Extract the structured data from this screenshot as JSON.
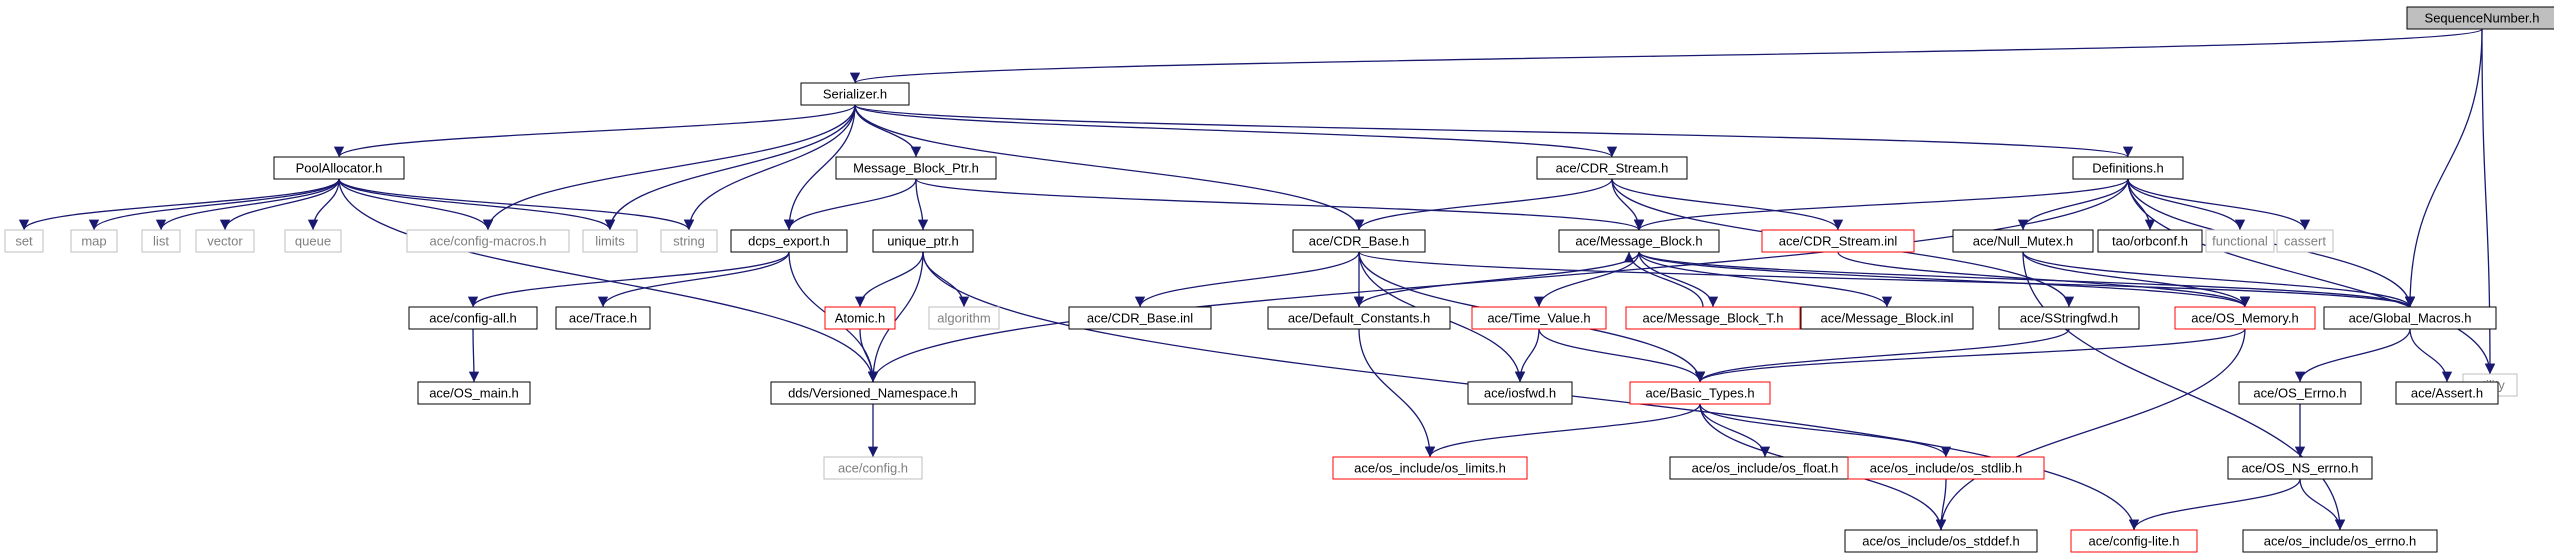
{
  "graph": {
    "colors": {
      "edge": "#191970",
      "node_border": "#000000",
      "missing_border": "#bfbfbf",
      "missing_text": "#7f7f7f",
      "broken_border": "#ff0000",
      "root_fill": "#bfbfbf",
      "node_fill": "#ffffff",
      "text": "#000000"
    },
    "nodes": [
      {
        "id": "SequenceNumber_h",
        "label": "SequenceNumber.h",
        "kind": "root"
      },
      {
        "id": "Serializer_h",
        "label": "Serializer.h",
        "kind": "normal"
      },
      {
        "id": "utility",
        "label": "utility",
        "kind": "missing"
      },
      {
        "id": "ace_Global_Macros_h",
        "label": "ace/Global_Macros.h",
        "kind": "normal"
      },
      {
        "id": "PoolAllocator_h",
        "label": "PoolAllocator.h",
        "kind": "normal"
      },
      {
        "id": "Message_Block_Ptr_h",
        "label": "Message_Block_Ptr.h",
        "kind": "normal"
      },
      {
        "id": "ace_CDR_Stream_h",
        "label": "ace/CDR_Stream.h",
        "kind": "normal"
      },
      {
        "id": "Definitions_h",
        "label": "Definitions.h",
        "kind": "normal"
      },
      {
        "id": "set",
        "label": "set",
        "kind": "missing"
      },
      {
        "id": "map",
        "label": "map",
        "kind": "missing"
      },
      {
        "id": "list",
        "label": "list",
        "kind": "missing"
      },
      {
        "id": "vector",
        "label": "vector",
        "kind": "missing"
      },
      {
        "id": "queue",
        "label": "queue",
        "kind": "missing"
      },
      {
        "id": "ace_config_macros_h",
        "label": "ace/config-macros.h",
        "kind": "missing"
      },
      {
        "id": "limits",
        "label": "limits",
        "kind": "missing"
      },
      {
        "id": "string",
        "label": "string",
        "kind": "missing"
      },
      {
        "id": "dcps_export_h",
        "label": "dcps_export.h",
        "kind": "normal"
      },
      {
        "id": "unique_ptr_h",
        "label": "unique_ptr.h",
        "kind": "normal"
      },
      {
        "id": "ace_CDR_Base_h",
        "label": "ace/CDR_Base.h",
        "kind": "normal"
      },
      {
        "id": "ace_Message_Block_h",
        "label": "ace/Message_Block.h",
        "kind": "normal"
      },
      {
        "id": "ace_CDR_Stream_inl",
        "label": "ace/CDR_Stream.inl",
        "kind": "broken"
      },
      {
        "id": "ace_Null_Mutex_h",
        "label": "ace/Null_Mutex.h",
        "kind": "normal"
      },
      {
        "id": "tao_orbconf_h",
        "label": "tao/orbconf.h",
        "kind": "normal"
      },
      {
        "id": "functional",
        "label": "functional",
        "kind": "missing"
      },
      {
        "id": "cassert",
        "label": "cassert",
        "kind": "missing"
      },
      {
        "id": "ace_config_all_h",
        "label": "ace/config-all.h",
        "kind": "normal"
      },
      {
        "id": "ace_Trace_h",
        "label": "ace/Trace.h",
        "kind": "normal"
      },
      {
        "id": "Atomic_h",
        "label": "Atomic.h",
        "kind": "broken"
      },
      {
        "id": "algorithm",
        "label": "algorithm",
        "kind": "missing"
      },
      {
        "id": "ace_CDR_Base_inl",
        "label": "ace/CDR_Base.inl",
        "kind": "normal"
      },
      {
        "id": "ace_Default_Constants_h",
        "label": "ace/Default_Constants.h",
        "kind": "normal"
      },
      {
        "id": "ace_Time_Value_h",
        "label": "ace/Time_Value.h",
        "kind": "broken"
      },
      {
        "id": "ace_Message_Block_T_h",
        "label": "ace/Message_Block_T.h",
        "kind": "broken"
      },
      {
        "id": "ace_Message_Block_inl",
        "label": "ace/Message_Block.inl",
        "kind": "normal"
      },
      {
        "id": "ace_SStringfwd_h",
        "label": "ace/SStringfwd.h",
        "kind": "normal"
      },
      {
        "id": "ace_OS_Memory_h",
        "label": "ace/OS_Memory.h",
        "kind": "broken"
      },
      {
        "id": "ace_OS_main_h",
        "label": "ace/OS_main.h",
        "kind": "normal"
      },
      {
        "id": "dds_Versioned_Namespace_h",
        "label": "dds/Versioned_Namespace.h",
        "kind": "normal"
      },
      {
        "id": "ace_iosfwd_h",
        "label": "ace/iosfwd.h",
        "kind": "normal"
      },
      {
        "id": "ace_Basic_Types_h",
        "label": "ace/Basic_Types.h",
        "kind": "broken"
      },
      {
        "id": "ace_OS_Errno_h",
        "label": "ace/OS_Errno.h",
        "kind": "normal"
      },
      {
        "id": "ace_Assert_h",
        "label": "ace/Assert.h",
        "kind": "normal"
      },
      {
        "id": "ace_config_h",
        "label": "ace/config.h",
        "kind": "missing"
      },
      {
        "id": "ace_os_include_os_limits_h",
        "label": "ace/os_include/os_limits.h",
        "kind": "broken"
      },
      {
        "id": "ace_os_include_os_float_h",
        "label": "ace/os_include/os_float.h",
        "kind": "normal"
      },
      {
        "id": "ace_os_include_os_stdlib_h",
        "label": "ace/os_include/os_stdlib.h",
        "kind": "broken"
      },
      {
        "id": "ace_OS_NS_errno_h",
        "label": "ace/OS_NS_errno.h",
        "kind": "normal"
      },
      {
        "id": "ace_os_include_os_stddef_h",
        "label": "ace/os_include/os_stddef.h",
        "kind": "normal"
      },
      {
        "id": "ace_config_lite_h",
        "label": "ace/config-lite.h",
        "kind": "broken"
      },
      {
        "id": "ace_os_include_os_errno_h",
        "label": "ace/os_include/os_errno.h",
        "kind": "normal"
      }
    ],
    "edges": [
      [
        "SequenceNumber_h",
        "Serializer_h"
      ],
      [
        "SequenceNumber_h",
        "utility"
      ],
      [
        "SequenceNumber_h",
        "ace_Global_Macros_h"
      ],
      [
        "Serializer_h",
        "PoolAllocator_h"
      ],
      [
        "Serializer_h",
        "ace_config_macros_h"
      ],
      [
        "Serializer_h",
        "limits"
      ],
      [
        "Serializer_h",
        "string"
      ],
      [
        "Serializer_h",
        "dcps_export_h"
      ],
      [
        "Serializer_h",
        "Message_Block_Ptr_h"
      ],
      [
        "Serializer_h",
        "ace_CDR_Base_h"
      ],
      [
        "Serializer_h",
        "ace_CDR_Stream_h"
      ],
      [
        "Serializer_h",
        "Definitions_h"
      ],
      [
        "PoolAllocator_h",
        "set"
      ],
      [
        "PoolAllocator_h",
        "map"
      ],
      [
        "PoolAllocator_h",
        "list"
      ],
      [
        "PoolAllocator_h",
        "vector"
      ],
      [
        "PoolAllocator_h",
        "queue"
      ],
      [
        "PoolAllocator_h",
        "ace_config_macros_h"
      ],
      [
        "PoolAllocator_h",
        "limits"
      ],
      [
        "PoolAllocator_h",
        "string"
      ],
      [
        "PoolAllocator_h",
        "dds_Versioned_Namespace_h"
      ],
      [
        "Message_Block_Ptr_h",
        "dcps_export_h"
      ],
      [
        "Message_Block_Ptr_h",
        "unique_ptr_h"
      ],
      [
        "Message_Block_Ptr_h",
        "ace_Message_Block_h"
      ],
      [
        "dcps_export_h",
        "ace_config_all_h"
      ],
      [
        "dcps_export_h",
        "ace_Trace_h"
      ],
      [
        "dcps_export_h",
        "dds_Versioned_Namespace_h"
      ],
      [
        "ace_config_all_h",
        "ace_OS_main_h"
      ],
      [
        "unique_ptr_h",
        "Atomic_h"
      ],
      [
        "unique_ptr_h",
        "algorithm"
      ],
      [
        "unique_ptr_h",
        "dds_Versioned_Namespace_h"
      ],
      [
        "unique_ptr_h",
        "ace_config_lite_h"
      ],
      [
        "Atomic_h",
        "dds_Versioned_Namespace_h"
      ],
      [
        "dds_Versioned_Namespace_h",
        "ace_config_h"
      ],
      [
        "ace_CDR_Stream_h",
        "ace_CDR_Base_h"
      ],
      [
        "ace_CDR_Stream_h",
        "ace_Message_Block_h"
      ],
      [
        "ace_CDR_Stream_h",
        "ace_CDR_Stream_inl"
      ],
      [
        "ace_CDR_Stream_h",
        "ace_SStringfwd_h"
      ],
      [
        "ace_CDR_Base_h",
        "ace_CDR_Base_inl"
      ],
      [
        "ace_CDR_Base_h",
        "ace_Default_Constants_h"
      ],
      [
        "ace_CDR_Base_h",
        "ace_iosfwd_h"
      ],
      [
        "ace_CDR_Base_h",
        "ace_Basic_Types_h"
      ],
      [
        "ace_CDR_Base_h",
        "ace_Global_Macros_h"
      ],
      [
        "ace_Message_Block_h",
        "ace_Default_Constants_h"
      ],
      [
        "ace_Message_Block_h",
        "ace_Time_Value_h"
      ],
      [
        "ace_Message_Block_h",
        "ace_Message_Block_T_h"
      ],
      [
        "ace_Message_Block_T_h",
        "ace_Message_Block_h"
      ],
      [
        "ace_Message_Block_h",
        "ace_Message_Block_inl"
      ],
      [
        "ace_Message_Block_h",
        "ace_OS_Memory_h"
      ],
      [
        "ace_Message_Block_h",
        "ace_Global_Macros_h"
      ],
      [
        "ace_CDR_Stream_inl",
        "ace_OS_Memory_h"
      ],
      [
        "Definitions_h",
        "dds_Versioned_Namespace_h"
      ],
      [
        "Definitions_h",
        "ace_Message_Block_h"
      ],
      [
        "Definitions_h",
        "ace_Null_Mutex_h"
      ],
      [
        "Definitions_h",
        "tao_orbconf_h"
      ],
      [
        "Definitions_h",
        "functional"
      ],
      [
        "Definitions_h",
        "cassert"
      ],
      [
        "Definitions_h",
        "utility"
      ],
      [
        "Definitions_h",
        "ace_Global_Macros_h"
      ],
      [
        "ace_Null_Mutex_h",
        "ace_OS_Memory_h"
      ],
      [
        "ace_Null_Mutex_h",
        "ace_Global_Macros_h"
      ],
      [
        "ace_Null_Mutex_h",
        "ace_os_include_os_errno_h"
      ],
      [
        "ace_Default_Constants_h",
        "ace_os_include_os_limits_h"
      ],
      [
        "ace_Time_Value_h",
        "ace_iosfwd_h"
      ],
      [
        "ace_Time_Value_h",
        "ace_Basic_Types_h"
      ],
      [
        "ace_SStringfwd_h",
        "ace_Basic_Types_h"
      ],
      [
        "ace_OS_Memory_h",
        "ace_Basic_Types_h"
      ],
      [
        "ace_OS_Memory_h",
        "ace_os_include_os_stddef_h"
      ],
      [
        "ace_Global_Macros_h",
        "ace_OS_Errno_h"
      ],
      [
        "ace_Global_Macros_h",
        "ace_Assert_h"
      ],
      [
        "ace_Basic_Types_h",
        "ace_os_include_os_limits_h"
      ],
      [
        "ace_Basic_Types_h",
        "ace_os_include_os_float_h"
      ],
      [
        "ace_Basic_Types_h",
        "ace_os_include_os_stdlib_h"
      ],
      [
        "ace_Basic_Types_h",
        "ace_os_include_os_stddef_h"
      ],
      [
        "ace_os_include_os_stdlib_h",
        "ace_os_include_os_stddef_h"
      ],
      [
        "ace_OS_Errno_h",
        "ace_OS_NS_errno_h"
      ],
      [
        "ace_OS_NS_errno_h",
        "ace_config_lite_h"
      ],
      [
        "ace_OS_NS_errno_h",
        "ace_os_include_os_errno_h"
      ]
    ]
  }
}
